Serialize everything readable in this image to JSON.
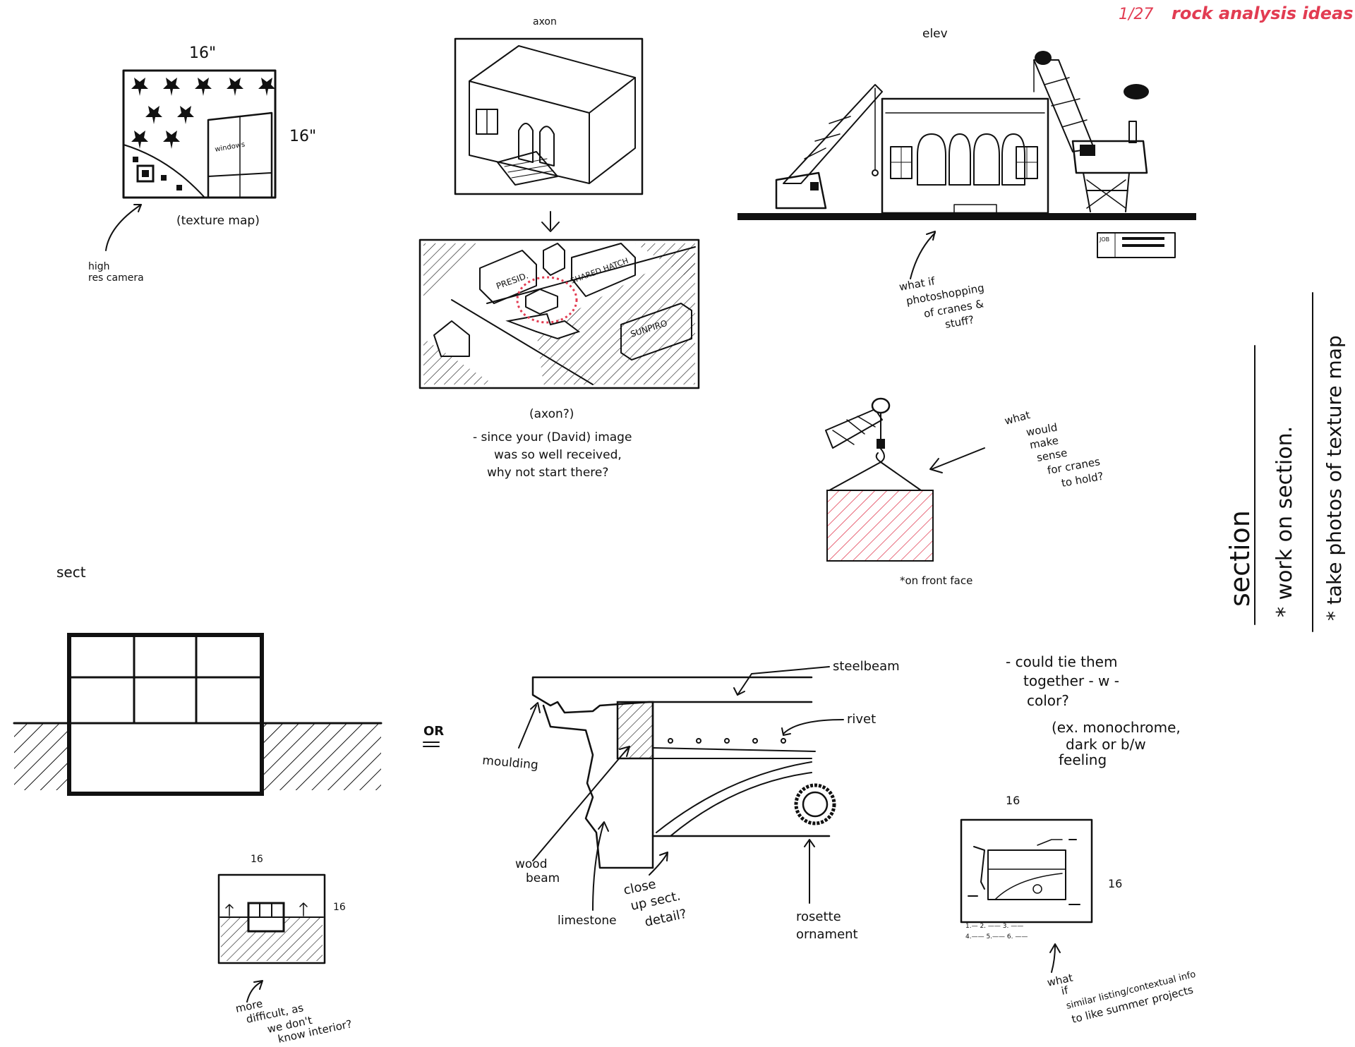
{
  "header": {
    "date": "1/27",
    "title": "rock analysis ideas"
  },
  "texture_map": {
    "width_label": "16\"",
    "height_label": "16\"",
    "caption": "(texture map)",
    "note_line1": "high",
    "note_line2": "res camera",
    "inner_label": "windows"
  },
  "axon": {
    "top_label": "axon",
    "caption": "(axon?)",
    "label_presid": "PRESID.",
    "label_shared": "SHARED HATCH",
    "label_sunpiro": "SUNPIRO",
    "note_lines": [
      "- since your (David) image",
      "was so well received,",
      "why not start there?"
    ]
  },
  "elev": {
    "top_label": "elev",
    "note_lines": [
      "what if",
      "photoshopping",
      "of cranes &",
      "stuff?"
    ],
    "tag_label": "JOB"
  },
  "crane_detail": {
    "note_lines": [
      "what",
      "would",
      "make",
      "sense",
      "for cranes",
      "to hold?"
    ],
    "caption": "*on front face"
  },
  "side_notes": {
    "section": "section",
    "work_on_section": "* work on section.",
    "take_photos": "* take photos of texture map"
  },
  "sect": {
    "label": "sect",
    "small_w": "16",
    "small_h": "16",
    "note_lines": [
      "more",
      "difficult, as",
      "we don't",
      "know interior?"
    ]
  },
  "or_label": "OR",
  "closeup": {
    "steel_beam": "steelbeam",
    "rivet": "rivet",
    "moulding": "moulding",
    "wood_beam_1": "wood",
    "wood_beam_2": "beam",
    "limestone": "limestone",
    "close_up_lines": [
      "close",
      "up sect.",
      "detail?"
    ],
    "rosette_1": "rosette",
    "rosette_2": "ornament"
  },
  "color_note": {
    "lines": [
      "- could tie them",
      "together - w -",
      "color?",
      "(ex. monochrome,",
      "dark or b/w",
      "feeling"
    ]
  },
  "listing": {
    "width_label": "16",
    "height_label": "16",
    "note_lines": [
      "what",
      "if",
      "similar listing/contextual info",
      "to like summer projects"
    ]
  },
  "colors": {
    "ink": "#111111",
    "accent_red": "#e23c52",
    "paper": "#ffffff"
  }
}
